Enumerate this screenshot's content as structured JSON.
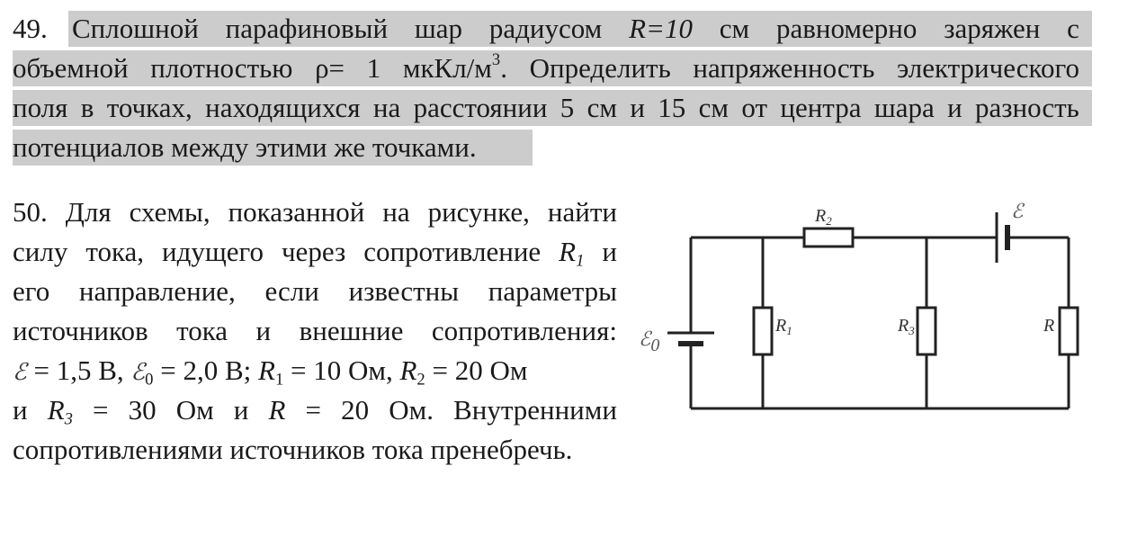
{
  "problem49": {
    "number": "49.",
    "lines": [
      [
        "Сплошной",
        "парафиновый",
        "шар",
        "радиусом",
        "R=10",
        "см",
        "равномерно",
        "заряжен",
        "с"
      ],
      [
        "объемной",
        "плотностью",
        "ρ=",
        "1",
        "мкКл/м3.",
        "Определить",
        "напряженность",
        "электрического"
      ],
      [
        "поля",
        "в",
        "точках,",
        "находящихся",
        "на",
        "расстоянии",
        "5",
        "см",
        "и",
        "15",
        "см",
        "от",
        "центра",
        "шара",
        "и",
        "разность"
      ],
      [
        "потенциалов между этими же точками."
      ]
    ]
  },
  "problem50": {
    "line1": [
      "50.",
      "Для",
      "схемы,",
      "показанной",
      "на",
      "рисунке,",
      "найти"
    ],
    "line2": [
      "силу",
      "тока,",
      "идущего",
      "через",
      "сопротивление",
      "R1",
      "и"
    ],
    "line3": [
      "его",
      "направление,",
      "если",
      "известны",
      "параметры"
    ],
    "line4": [
      "источников",
      "тока",
      "и",
      "внешние",
      "сопротивления:"
    ],
    "line5": {
      "emf_symbol": "ℰ",
      "emf_value": " = 1,5 В, ",
      "emf0_symbol": "ℰ",
      "emf0_sub": "0",
      "emf0_value": " = 2,0 В; ",
      "r1": "R",
      "r1_sub": "1",
      "r1_value": " = 10 Ом, ",
      "r2": "R",
      "r2_sub": "2",
      "r2_value": " = 20 Ом"
    },
    "line6": [
      "и",
      "R3",
      "=",
      "30",
      "Ом",
      "и",
      "R",
      "=",
      "20",
      "Ом.",
      "Внутренними"
    ],
    "line7": "сопротивлениями источников тока пренебречь."
  },
  "circuit": {
    "label_r2": "R",
    "label_r2_sub": "2",
    "label_r1": "R",
    "label_r1_sub": "1",
    "label_r3": "R",
    "label_r3_sub": "3",
    "label_r": "R",
    "label_emf": "ℰ",
    "label_emf0": "ℰ",
    "label_emf0_sub": "0"
  }
}
